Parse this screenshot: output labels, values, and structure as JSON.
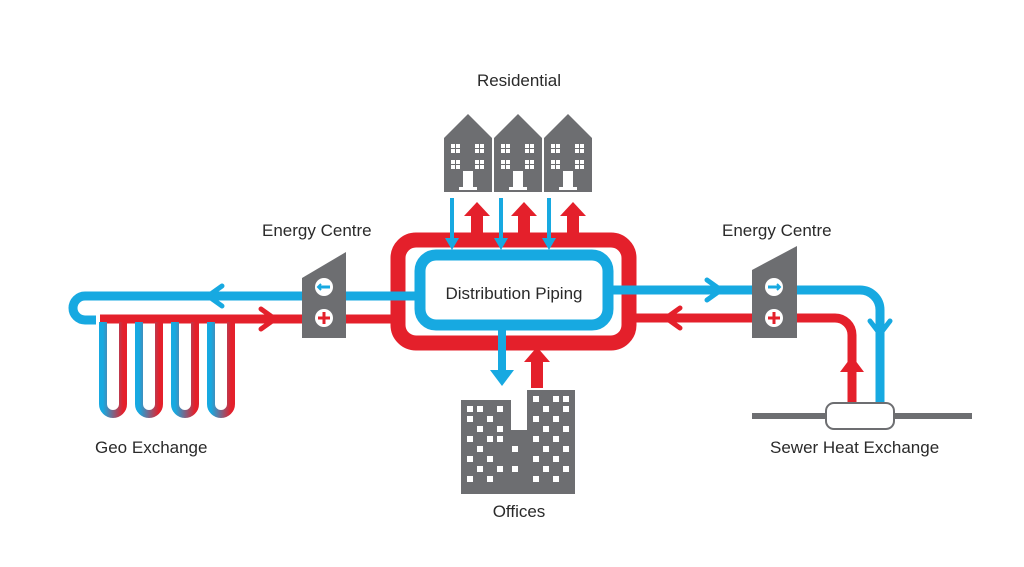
{
  "labels": {
    "residential": "Residential",
    "energy_centre_left": "Energy Centre",
    "energy_centre_right": "Energy Centre",
    "distribution_piping": "Distribution Piping",
    "geo_exchange": "Geo Exchange",
    "sewer_heat_exchange": "Sewer Heat Exchange",
    "offices": "Offices"
  },
  "colors": {
    "supply_hot": "#e4202b",
    "return_cold": "#17a9e1",
    "building": "#6d6e71",
    "ground_line": "#6d6e71",
    "background": "#ffffff"
  }
}
